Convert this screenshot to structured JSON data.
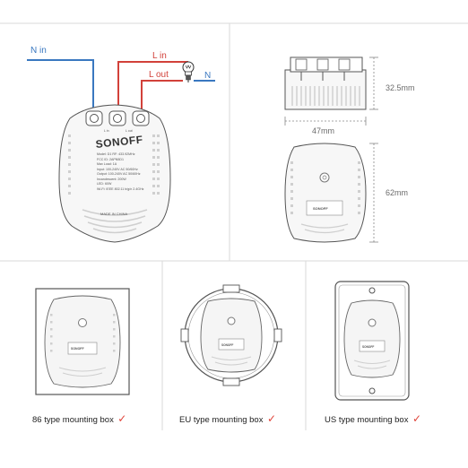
{
  "wiring": {
    "n_in": "N in",
    "l_in": "L in",
    "l_out": "L out",
    "n": "N",
    "wire_colors": {
      "blue": "#3a78c0",
      "red": "#d2413a"
    }
  },
  "device": {
    "brand": "SONOFF",
    "terminals": [
      "L in",
      "L out"
    ],
    "label_lines": [
      "Model: D1   RF: 433.92MHz",
      "FCC ID: 2APN5D1",
      "Max Load: 1A",
      "Input: 100-240V AC 50/60Hz",
      "Output: 100-240V AC 50/60Hz",
      "Incandescent: 200W",
      "LED: 60W",
      "Wi-Fi: IEEE 802.11 b/g/n 2.4GHz"
    ],
    "made_in": "MADE IN CHINA"
  },
  "dimensions": {
    "height": "32.5mm",
    "width": "47mm",
    "length": "62mm"
  },
  "mounting": [
    {
      "label": "86 type mounting box"
    },
    {
      "label": "EU type mounting box"
    },
    {
      "label": "US type mounting box"
    }
  ],
  "check_mark": "✓",
  "colors": {
    "check": "#e0443a",
    "divider": "#d9d9d9",
    "line": "#555555"
  }
}
